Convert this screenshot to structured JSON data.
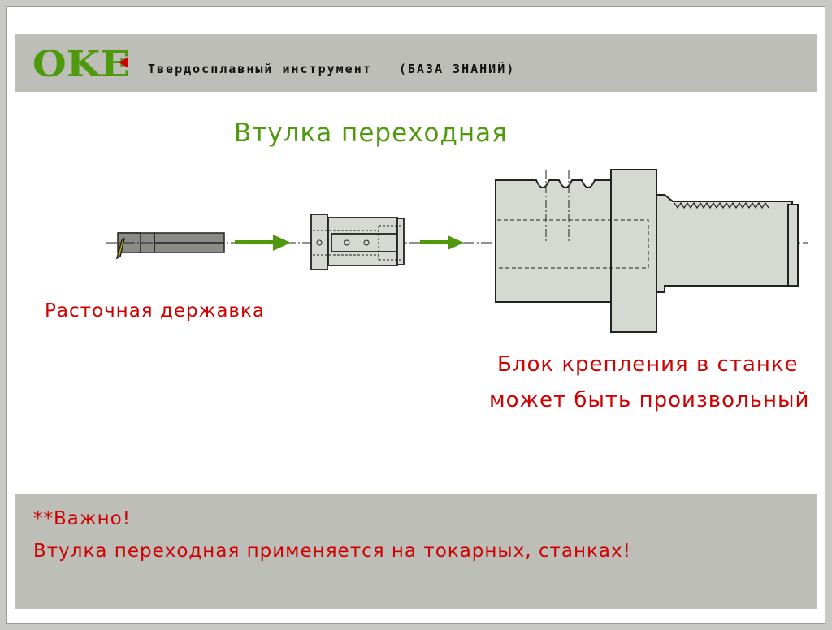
{
  "header": {
    "logo_text": "OKE",
    "subtitle": "Твердосплавный инструмент   (БАЗА ЗНАНИЙ)"
  },
  "title": "Втулка переходная",
  "labels": {
    "holder": "Расточная державка",
    "mount_line1": "Блок крепления в станке",
    "mount_line2": "может быть произвольный"
  },
  "note": {
    "line1": "**Важно!",
    "line2": "Втулка переходная применяется на токарных, станках!"
  },
  "colors": {
    "accent_green": "#4f9a0c",
    "text_red": "#d00000",
    "bar_gray": "#bcbeb7"
  }
}
